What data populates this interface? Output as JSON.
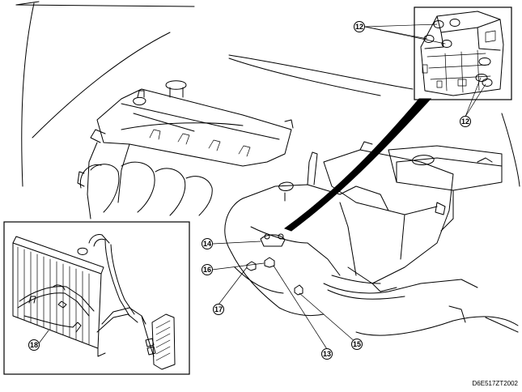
{
  "diagram": {
    "reference_code": "D6E517ZT2002",
    "callouts": {
      "c12_top": "12",
      "c12_bottom": "12",
      "c13": "13",
      "c14": "14",
      "c15": "15",
      "c16": "16",
      "c17": "17",
      "c18": "18"
    },
    "insets": {
      "control_valve_detail": "control-valve-body",
      "oil_cooler_detail": "radiator-oil-cooler"
    }
  }
}
